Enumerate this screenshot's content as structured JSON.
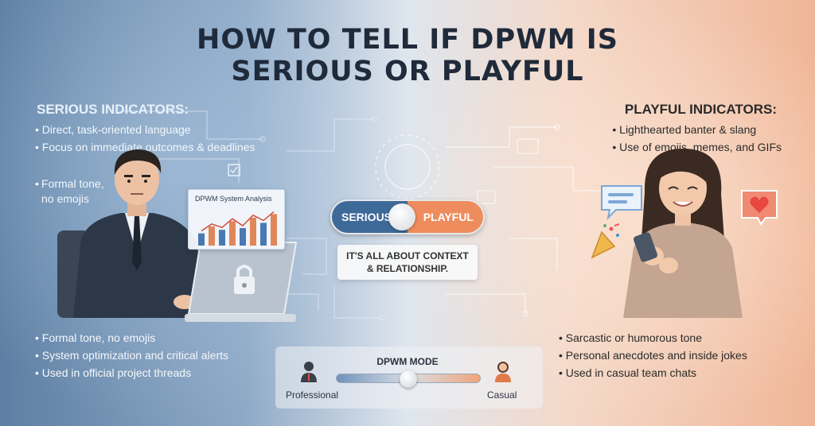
{
  "title": {
    "line1": "HOW TO TELL IF DPWM IS",
    "line2": "SERIOUS OR PLAYFUL"
  },
  "serious": {
    "heading": "SERIOUS INDICATORS:",
    "top_items": [
      "Direct, task-oriented language",
      "Focus on immediate outcomes & deadlines"
    ],
    "formal_note": [
      "Formal tone,",
      "no emojis"
    ],
    "bottom_items": [
      "Formal tone, no emojis",
      "System optimization and critical alerts",
      "Used in official project threads"
    ]
  },
  "playful": {
    "heading": "PLAYFUL INDICATORS:",
    "top_items": [
      "Lighthearted banter & slang",
      "Use of emojis, memes, and GIFs"
    ],
    "bottom_items": [
      "Sarcastic or humorous tone",
      "Personal anecdotes and inside jokes",
      "Used in casual team chats"
    ]
  },
  "analysis_card": {
    "title": "DPWM System Analysis",
    "bars": [
      0.35,
      0.55,
      0.45,
      0.7,
      0.5,
      0.8,
      0.65,
      0.9
    ]
  },
  "toggle": {
    "left_label": "SERIOUS",
    "right_label": "PLAYFUL",
    "position": 0.45
  },
  "context": {
    "line1": "IT'S ALL ABOUT CONTEXT",
    "line2": "& RELATIONSHIP."
  },
  "mode": {
    "title": "DPWM MODE",
    "left_label": "Professional",
    "right_label": "Casual",
    "value": 0.5
  },
  "colors": {
    "serious_blue": "#3e6a9a",
    "playful_orange": "#ee8c5e",
    "title_dark": "#1f2a3a"
  },
  "icons": {
    "laptop_lock": "lock-icon",
    "chat_left": "chat-bubble-icon",
    "chat_right": "heart-bubble-icon",
    "party": "party-popper-icon"
  }
}
